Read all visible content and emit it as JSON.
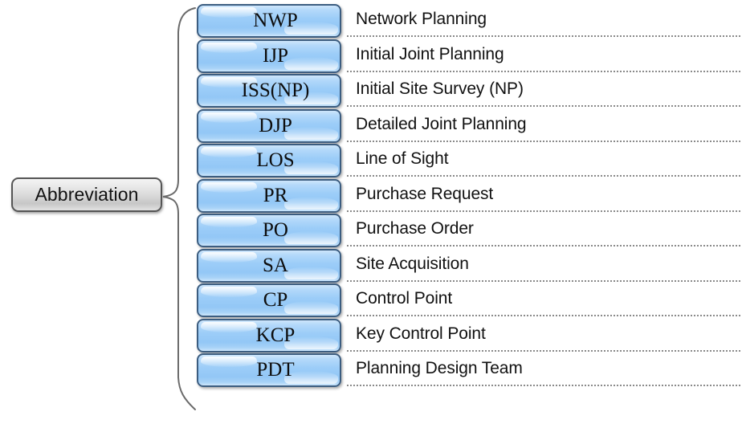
{
  "diagram": {
    "type": "bracket-list",
    "root": {
      "label": "Abbreviation"
    },
    "connector": "curly-brace",
    "colors": {
      "box_fill_light": "#cfe6fb",
      "box_fill_mid": "#9ccdf8",
      "box_border": "#3c5d80",
      "root_fill": "#d8d8d8",
      "root_border": "#555555",
      "dotted_line": "#8a8a8a",
      "text": "#111111",
      "background": "#ffffff"
    },
    "entries": [
      {
        "abbr": "NWP",
        "desc": "Network Planning"
      },
      {
        "abbr": "IJP",
        "desc": "Initial Joint Planning"
      },
      {
        "abbr": "ISS(NP)",
        "desc": "Initial Site Survey (NP)"
      },
      {
        "abbr": "DJP",
        "desc": "Detailed Joint Planning"
      },
      {
        "abbr": "LOS",
        "desc": "Line of Sight"
      },
      {
        "abbr": "PR",
        "desc": "Purchase Request"
      },
      {
        "abbr": "PO",
        "desc": "Purchase Order"
      },
      {
        "abbr": "SA",
        "desc": "Site Acquisition"
      },
      {
        "abbr": "CP",
        "desc": "Control Point"
      },
      {
        "abbr": "KCP",
        "desc": "Key Control Point"
      },
      {
        "abbr": "PDT",
        "desc": "Planning Design Team"
      }
    ]
  }
}
